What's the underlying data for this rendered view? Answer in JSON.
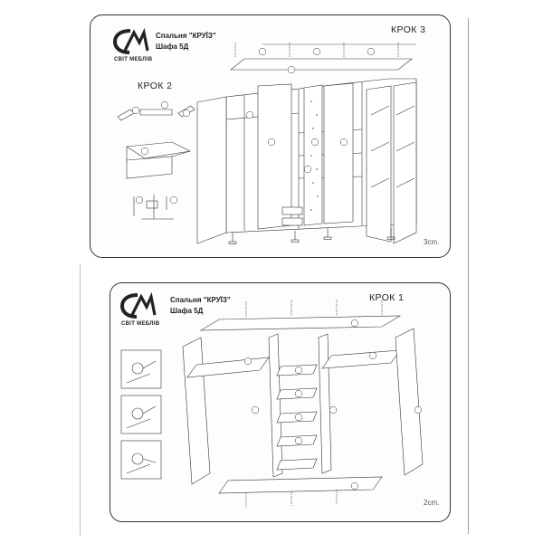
{
  "sheets": {
    "top": {
      "brand": "СВІТ МЕБЛІВ",
      "title_line1": "Спальня \"КРУЇЗ\"",
      "title_line2": "Шафа 5Д",
      "step_main": "КРОК 3",
      "step_sub": "КРОК 2",
      "page_number": "3cm."
    },
    "bottom": {
      "brand": "СВІТ МЕБЛІВ",
      "title_line1": "Спальня \"КРУЇЗ\"",
      "title_line2": "Шафа 5Д",
      "step_main": "КРОК 1",
      "page_number": "2cm."
    }
  },
  "colors": {
    "ink": "#222222",
    "paper": "#fdfdfd",
    "border": "#333333"
  },
  "icons": [
    "sm-logo-icon"
  ]
}
